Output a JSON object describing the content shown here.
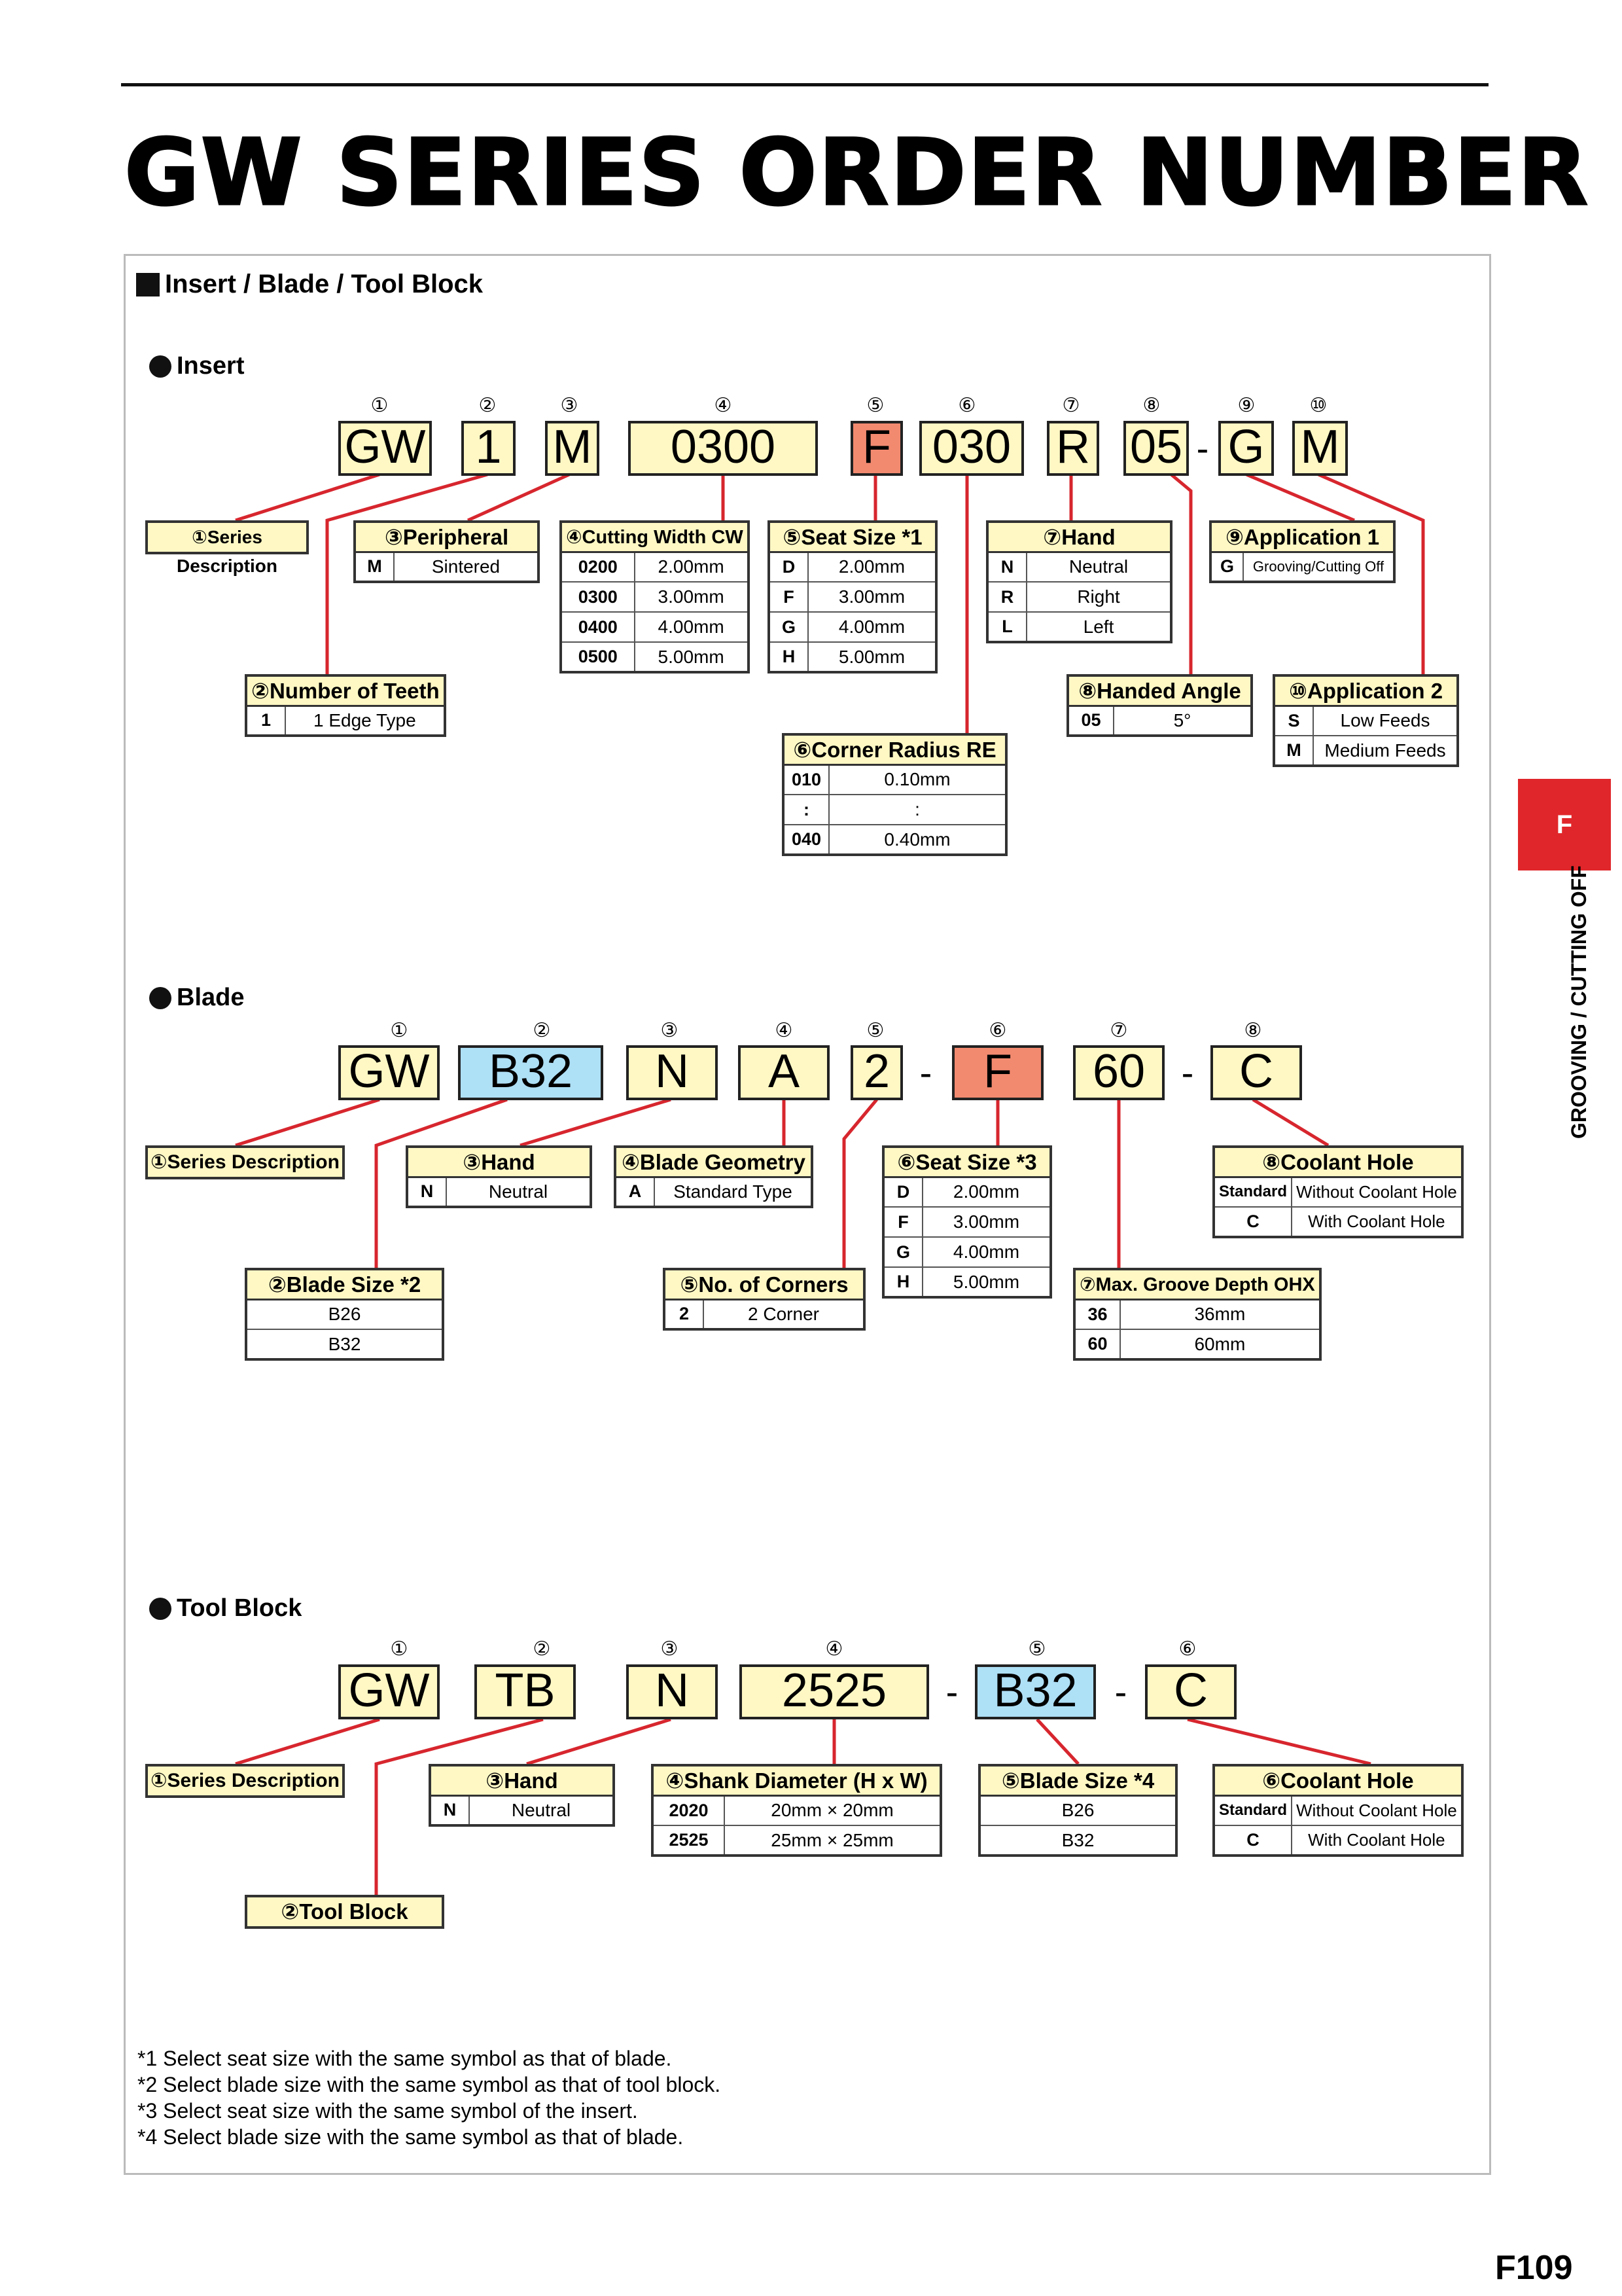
{
  "title": "GW SERIES ORDER NUMBER",
  "section": "Insert / Blade / Tool Block",
  "side_tab": {
    "letter": "F",
    "text": "GROOVING / CUTTING OFF"
  },
  "page_number": "F109",
  "colors": {
    "red_line": "#d7262e",
    "yellow": "#fff8c4",
    "salmon": "#f28a70",
    "blue": "#aee0f6",
    "tab_red": "#e0262a"
  },
  "insert": {
    "heading": "Insert",
    "nums": [
      "①",
      "②",
      "③",
      "④",
      "⑤",
      "⑥",
      "⑦",
      "⑧",
      "⑨",
      "⑩"
    ],
    "codes": [
      "GW",
      "1",
      "M",
      "0300",
      "F",
      "030",
      "R",
      "05",
      "G",
      "M"
    ],
    "dashes": [
      "-"
    ],
    "series": "①Series Description",
    "peripheral": {
      "title": "③Peripheral",
      "rows": [
        [
          "M",
          "Sintered"
        ]
      ]
    },
    "cutting_width": {
      "title": "④Cutting Width CW",
      "rows": [
        [
          "0200",
          "2.00mm"
        ],
        [
          "0300",
          "3.00mm"
        ],
        [
          "0400",
          "4.00mm"
        ],
        [
          "0500",
          "5.00mm"
        ]
      ]
    },
    "seat_size": {
      "title": "⑤Seat Size *1",
      "rows": [
        [
          "D",
          "2.00mm"
        ],
        [
          "F",
          "3.00mm"
        ],
        [
          "G",
          "4.00mm"
        ],
        [
          "H",
          "5.00mm"
        ]
      ]
    },
    "hand": {
      "title": "⑦Hand",
      "rows": [
        [
          "N",
          "Neutral"
        ],
        [
          "R",
          "Right"
        ],
        [
          "L",
          "Left"
        ]
      ]
    },
    "application1": {
      "title": "⑨Application 1",
      "rows": [
        [
          "G",
          "Grooving/Cutting Off"
        ]
      ]
    },
    "teeth": {
      "title": "②Number of Teeth",
      "rows": [
        [
          "1",
          "1 Edge Type"
        ]
      ]
    },
    "handed_angle": {
      "title": "⑧Handed Angle",
      "rows": [
        [
          "05",
          "5°"
        ]
      ]
    },
    "application2": {
      "title": "⑩Application 2",
      "rows": [
        [
          "S",
          "Low Feeds"
        ],
        [
          "M",
          "Medium Feeds"
        ]
      ]
    },
    "corner_radius": {
      "title": "⑥Corner Radius RE",
      "rows": [
        [
          "010",
          "0.10mm"
        ],
        [
          ":",
          ":"
        ],
        [
          "040",
          "0.40mm"
        ]
      ]
    }
  },
  "blade": {
    "heading": "Blade",
    "nums": [
      "①",
      "②",
      "③",
      "④",
      "⑤",
      "⑥",
      "⑦",
      "⑧"
    ],
    "codes": [
      "GW",
      "B32",
      "N",
      "A",
      "2",
      "F",
      "60",
      "C"
    ],
    "dashes": [
      "-",
      "-"
    ],
    "series": "①Series Description",
    "hand": {
      "title": "③Hand",
      "rows": [
        [
          "N",
          "Neutral"
        ]
      ]
    },
    "geometry": {
      "title": "④Blade Geometry",
      "rows": [
        [
          "A",
          "Standard Type"
        ]
      ]
    },
    "seat_size": {
      "title": "⑥Seat Size *3",
      "rows": [
        [
          "D",
          "2.00mm"
        ],
        [
          "F",
          "3.00mm"
        ],
        [
          "G",
          "4.00mm"
        ],
        [
          "H",
          "5.00mm"
        ]
      ]
    },
    "coolant": {
      "title": "⑧Coolant Hole",
      "rows": [
        [
          "Standard",
          "Without Coolant Hole"
        ],
        [
          "C",
          "With Coolant Hole"
        ]
      ]
    },
    "blade_size": {
      "title": "②Blade Size *2",
      "rows": [
        [
          "B26"
        ],
        [
          "B32"
        ]
      ]
    },
    "corners": {
      "title": "⑤No. of Corners",
      "rows": [
        [
          "2",
          "2 Corner"
        ]
      ]
    },
    "groove_depth": {
      "title": "⑦Max. Groove Depth OHX",
      "rows": [
        [
          "36",
          "36mm"
        ],
        [
          "60",
          "60mm"
        ]
      ]
    }
  },
  "toolblock": {
    "heading": "Tool Block",
    "nums": [
      "①",
      "②",
      "③",
      "④",
      "⑤",
      "⑥"
    ],
    "codes": [
      "GW",
      "TB",
      "N",
      "2525",
      "B32",
      "C"
    ],
    "dashes": [
      "-",
      "-"
    ],
    "series": "①Series Description",
    "hand": {
      "title": "③Hand",
      "rows": [
        [
          "N",
          "Neutral"
        ]
      ]
    },
    "shank": {
      "title": "④Shank Diameter (H x W)",
      "rows": [
        [
          "2020",
          "20mm × 20mm"
        ],
        [
          "2525",
          "25mm × 25mm"
        ]
      ]
    },
    "blade_size": {
      "title": "⑤Blade Size *4",
      "rows": [
        [
          "B26"
        ],
        [
          "B32"
        ]
      ]
    },
    "coolant": {
      "title": "⑥Coolant Hole",
      "rows": [
        [
          "Standard",
          "Without Coolant Hole"
        ],
        [
          "C",
          "With Coolant Hole"
        ]
      ]
    },
    "tool_block": "②Tool Block"
  },
  "notes": [
    "*1  Select seat size with the same symbol as that of blade.",
    "*2  Select blade size with the same symbol as that of tool block.",
    "*3  Select seat size with the same symbol of the insert.",
    "*4  Select blade size with the same symbol as that of blade."
  ]
}
